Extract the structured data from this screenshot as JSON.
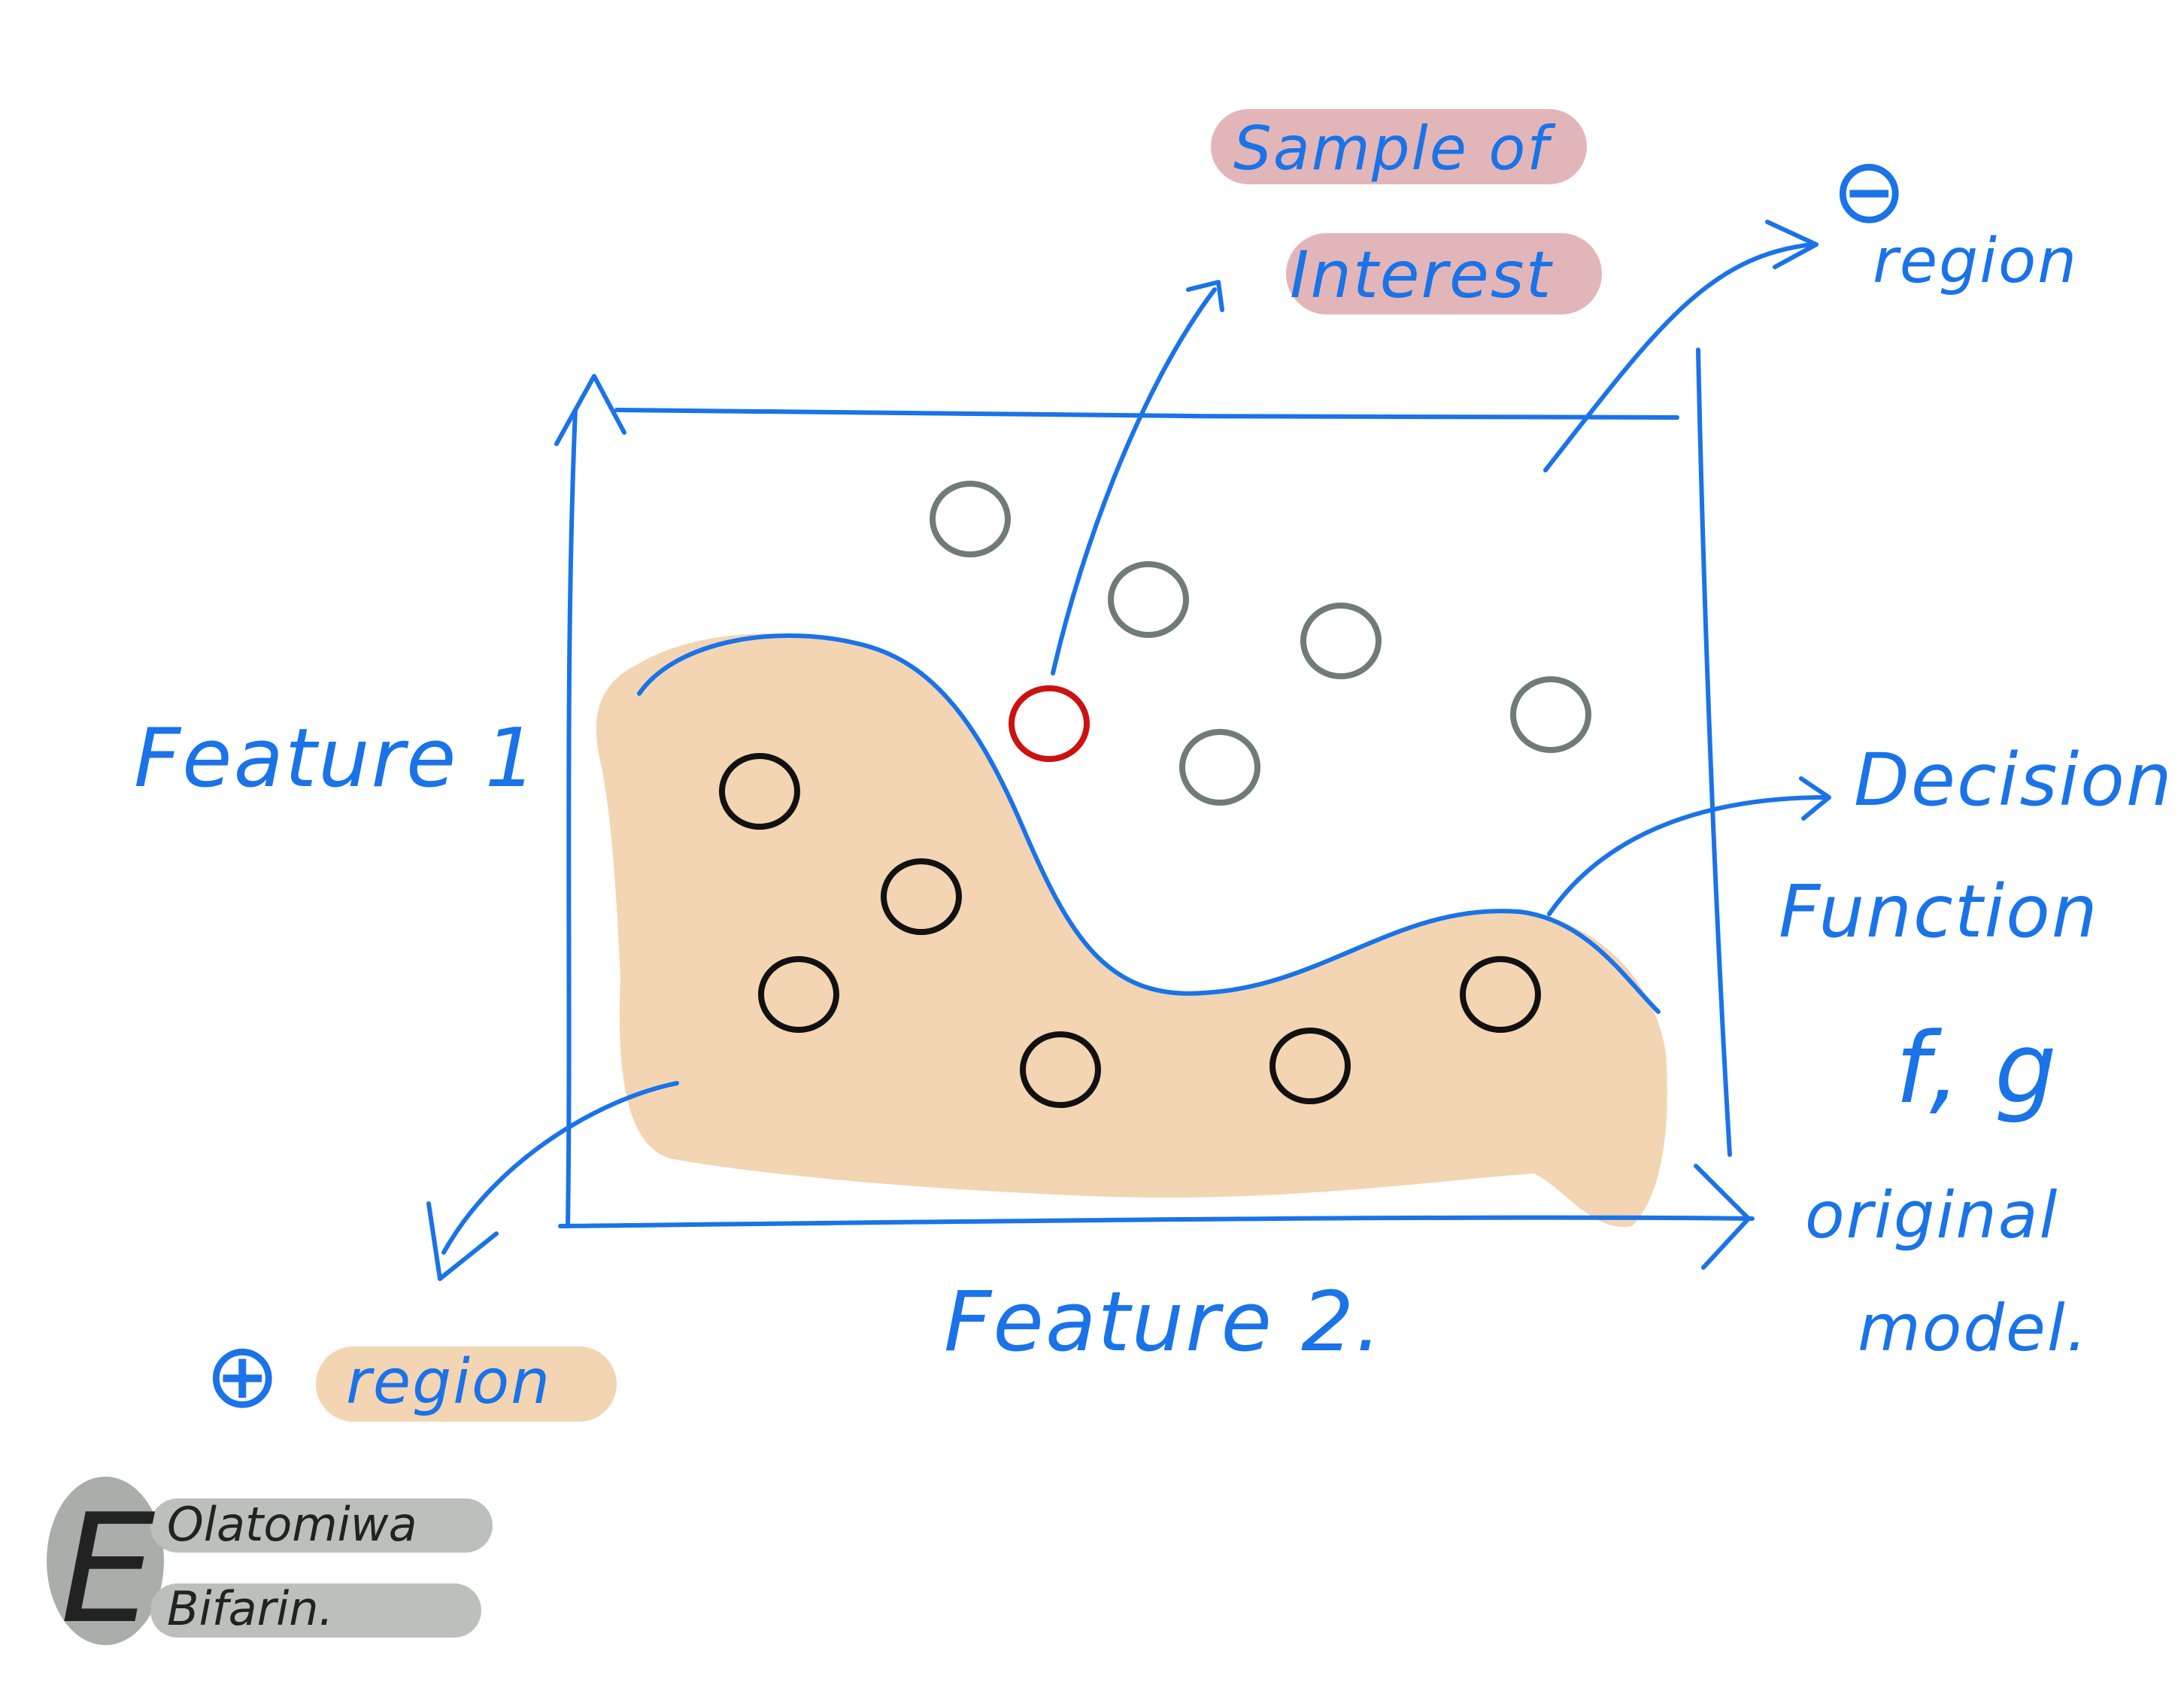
{
  "labels": {
    "sample_line1": "Sample of",
    "sample_line2": "Interest",
    "neg_symbol": "⊖",
    "neg_region": "region",
    "feature_1": "Feature 1",
    "feature_2": "Feature 2.",
    "decision_line1": "Decision",
    "decision_line2": "Function",
    "decision_line3": "f, g",
    "original_line1": "original",
    "original_line2": "model.",
    "pos_symbol": "⊕",
    "pos_region": "region",
    "author_first": "Olatomiwa",
    "author_last": "Bifarin.",
    "author_mark": "E"
  },
  "colors": {
    "ink": "#1a73e8",
    "positive_region": "#f3d5b3",
    "highlight_pink": "#e2b6b8",
    "highlight_peach": "#f3d5b3",
    "sample_red": "#cc1111",
    "neg_sample_gray": "#6f7b78",
    "pos_sample_black": "#111111",
    "signature_gray": "#bcc0bd",
    "signature_dark_gray": "#a9aeab"
  },
  "samples": {
    "negative": [
      {
        "feature_2": 1290,
        "feature_1": 690
      },
      {
        "feature_2": 1527,
        "feature_1": 797
      },
      {
        "feature_2": 1783,
        "feature_1": 852
      },
      {
        "feature_2": 2062,
        "feature_1": 950
      },
      {
        "feature_2": 1622,
        "feature_1": 1020
      }
    ],
    "positive": [
      {
        "feature_2": 1010,
        "feature_1": 1052
      },
      {
        "feature_2": 1225,
        "feature_1": 1192
      },
      {
        "feature_2": 1062,
        "feature_1": 1322
      },
      {
        "feature_2": 1410,
        "feature_1": 1422
      },
      {
        "feature_2": 1742,
        "feature_1": 1417
      },
      {
        "feature_2": 1995,
        "feature_1": 1322
      }
    ],
    "of_interest": {
      "feature_2": 1395,
      "feature_1": 962
    }
  }
}
